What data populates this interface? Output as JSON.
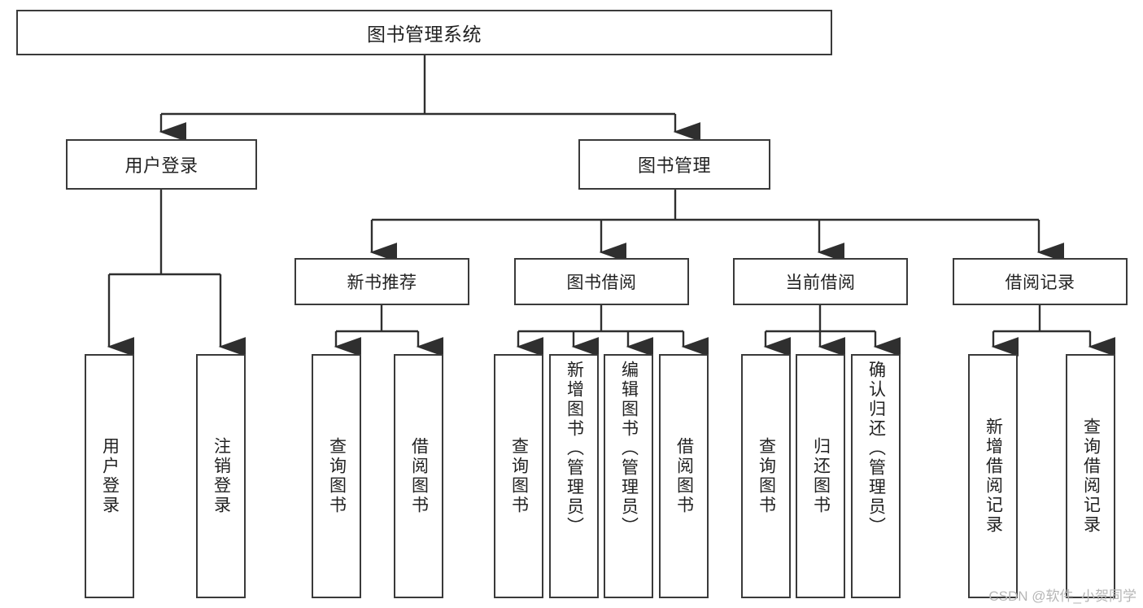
{
  "diagram": {
    "title": "图书管理系统",
    "type": "hierarchy-tree",
    "root": {
      "id": "root",
      "label": "图书管理系统"
    },
    "level2": [
      {
        "id": "user-login",
        "label": "用户登录"
      },
      {
        "id": "book-management",
        "label": "图书管理"
      }
    ],
    "level3": [
      {
        "id": "new-book-recommend",
        "label": "新书推荐"
      },
      {
        "id": "book-borrow",
        "label": "图书借阅"
      },
      {
        "id": "current-borrow",
        "label": "当前借阅"
      },
      {
        "id": "borrow-record",
        "label": "借阅记录"
      }
    ],
    "leaves": {
      "user_login": [
        {
          "id": "leaf-user-login",
          "label": "用户登录"
        },
        {
          "id": "leaf-logout",
          "label": "注销登录"
        }
      ],
      "new_book_recommend": [
        {
          "id": "leaf-query-book-1",
          "label": "查询图书"
        },
        {
          "id": "leaf-borrow-book-1",
          "label": "借阅图书"
        }
      ],
      "book_borrow": [
        {
          "id": "leaf-query-book-2",
          "label": "查询图书"
        },
        {
          "id": "leaf-add-book",
          "label": "新增图书（管理员）"
        },
        {
          "id": "leaf-edit-book",
          "label": "编辑图书（管理员）"
        },
        {
          "id": "leaf-borrow-book-2",
          "label": "借阅图书"
        }
      ],
      "current_borrow": [
        {
          "id": "leaf-query-book-3",
          "label": "查询图书"
        },
        {
          "id": "leaf-return-book",
          "label": "归还图书"
        },
        {
          "id": "leaf-confirm-return",
          "label": "确认归还（管理员）"
        }
      ],
      "borrow_record": [
        {
          "id": "leaf-add-record",
          "label": "新增借阅记录"
        },
        {
          "id": "leaf-query-record",
          "label": "查询借阅记录"
        }
      ]
    }
  },
  "watermark": {
    "text": "CSDN @软件_小贺同学"
  },
  "colors": {
    "border": "#3a3a3a",
    "text": "#222222",
    "background": "#ffffff",
    "watermark": "#b6b6b6"
  }
}
